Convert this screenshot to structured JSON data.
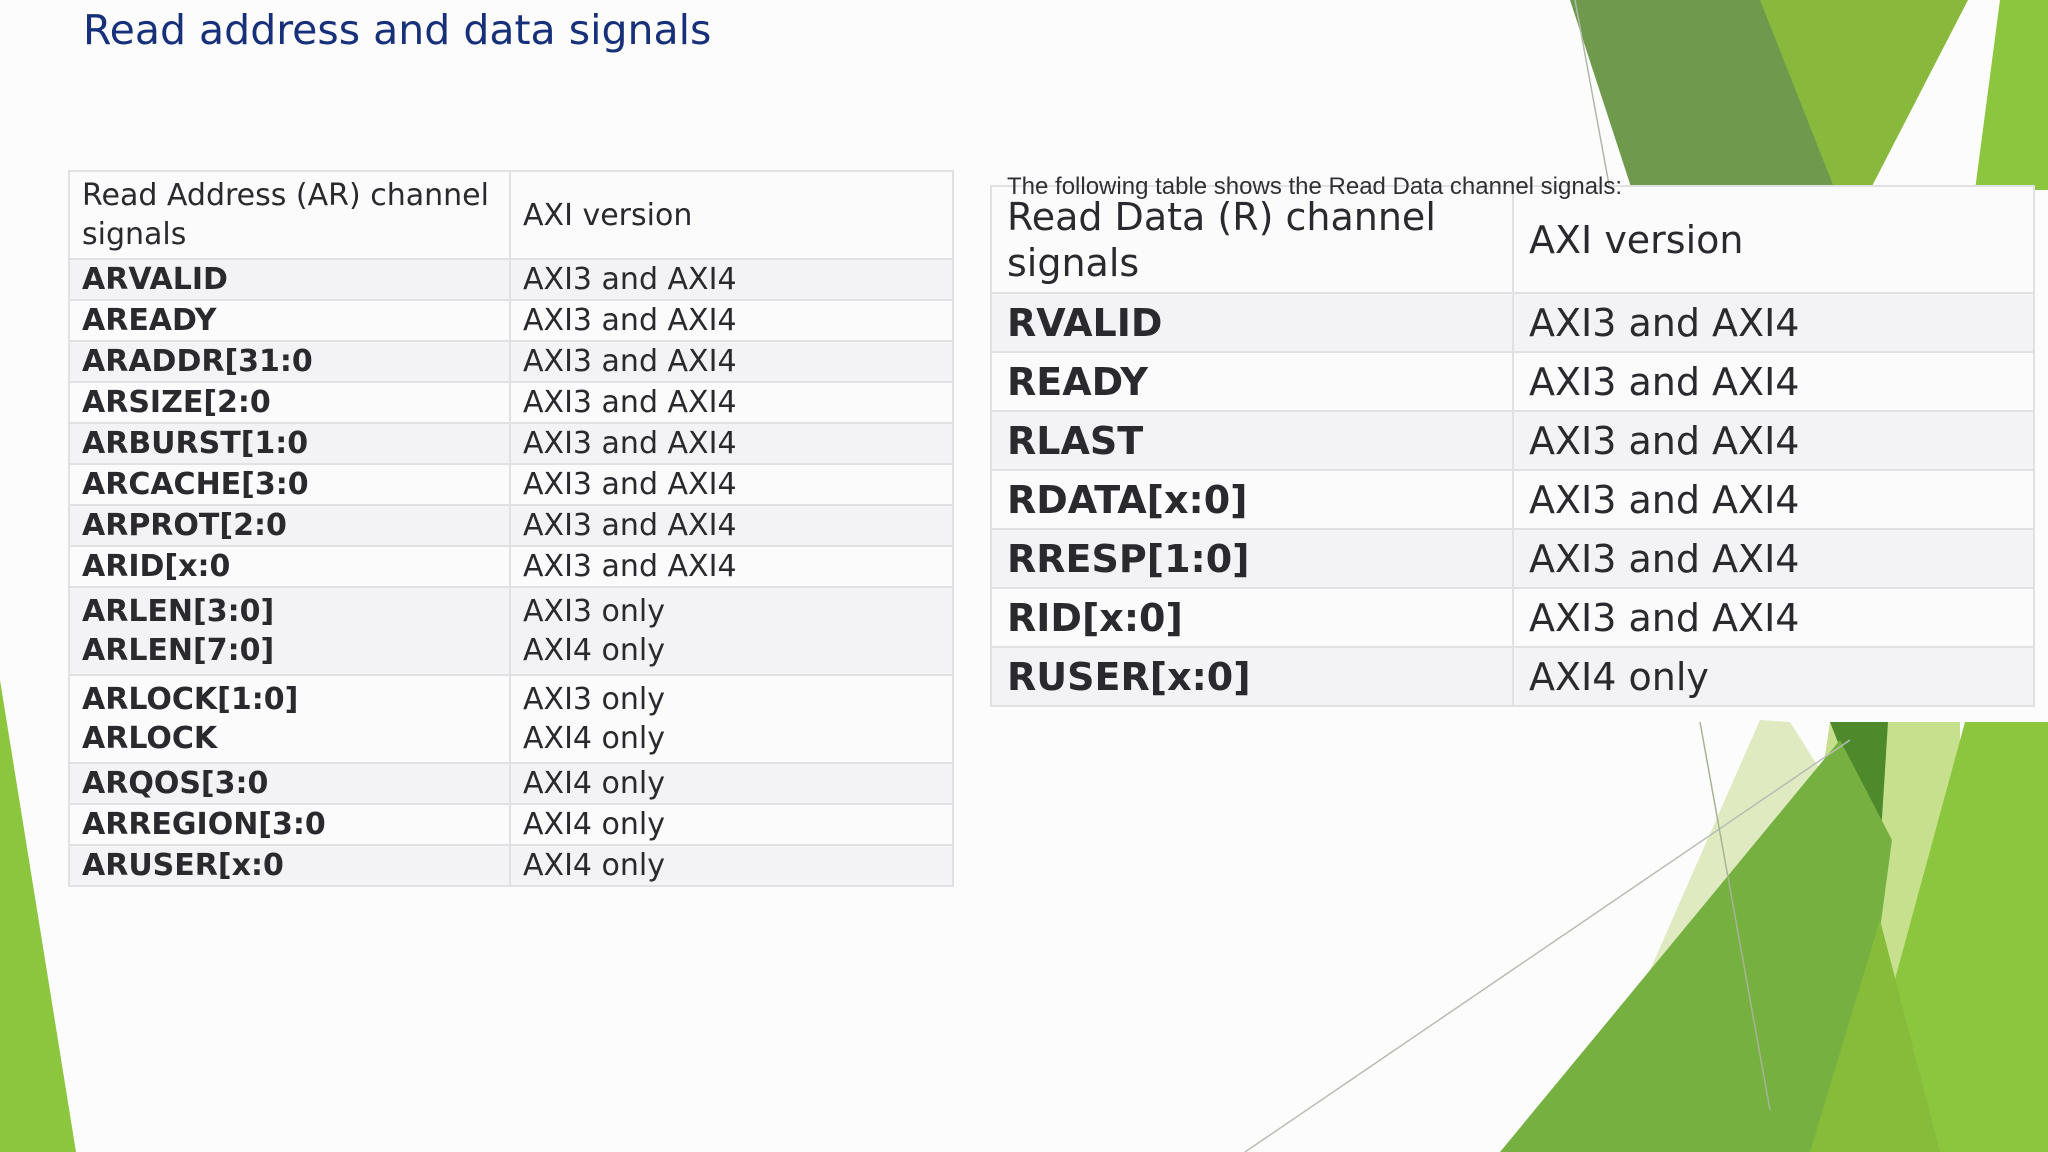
{
  "slide": {
    "title": "Read address and data signals",
    "note": "The following table shows the Read Data channel signals:"
  },
  "colors": {
    "title": "#17307a",
    "accent_green": "#8cc63f",
    "dark_green": "#4e8a2c",
    "pale_green": "#dfeac0"
  },
  "ar_table": {
    "header": [
      "Read Address (AR) channel",
      "signals",
      "AXI version"
    ],
    "rows": [
      {
        "signal": "ARVALID",
        "version": "AXI3 and AXI4"
      },
      {
        "signal": "AREADY",
        "version": "AXI3 and AXI4"
      },
      {
        "signal": "ARADDR[31:0",
        "version": "AXI3 and AXI4"
      },
      {
        "signal": "ARSIZE[2:0",
        "version": "AXI3 and AXI4"
      },
      {
        "signal": "ARBURST[1:0",
        "version": "AXI3 and AXI4"
      },
      {
        "signal": "ARCACHE[3:0",
        "version": "AXI3 and AXI4"
      },
      {
        "signal": "ARPROT[2:0",
        "version": "AXI3 and AXI4"
      },
      {
        "signal": "ARID[x:0",
        "version": "AXI3 and AXI4"
      },
      {
        "signal": "ARLEN[3:0]",
        "signal2": "ARLEN[7:0]",
        "version": "AXI3 only",
        "version2": "AXI4 only"
      },
      {
        "signal": "ARLOCK[1:0]",
        "signal2": "ARLOCK",
        "version": "AXI3 only",
        "version2": "AXI4 only"
      },
      {
        "signal": "ARQOS[3:0",
        "version": "AXI4 only"
      },
      {
        "signal": "ARREGION[3:0",
        "version": "AXI4 only"
      },
      {
        "signal": "ARUSER[x:0",
        "version": "AXI4 only"
      }
    ]
  },
  "r_table": {
    "header": [
      "Read Data (R) channel",
      "signals",
      "AXI version"
    ],
    "rows": [
      {
        "signal": "RVALID",
        "version": "AXI3 and AXI4"
      },
      {
        "signal": "READY",
        "version": "AXI3 and AXI4"
      },
      {
        "signal": "RLAST",
        "version": "AXI3 and AXI4"
      },
      {
        "signal": "RDATA[x:0]",
        "version": "AXI3 and AXI4"
      },
      {
        "signal": "RRESP[1:0]",
        "version": "AXI3 and AXI4"
      },
      {
        "signal": "RID[x:0]",
        "version": "AXI3 and AXI4"
      },
      {
        "signal": "RUSER[x:0]",
        "version": "AXI4 only"
      }
    ]
  }
}
